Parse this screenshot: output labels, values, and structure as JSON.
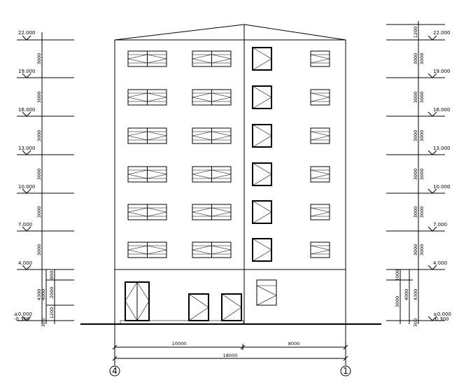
{
  "drawing": {
    "levels": [
      "22.000",
      "19.000",
      "16.000",
      "13.000",
      "10.000",
      "7.000",
      "4.000",
      "±0.000"
    ],
    "ground_level": "-0.300",
    "storey_dims": [
      "3000",
      "3000",
      "3000",
      "3000",
      "3000",
      "3000"
    ],
    "parapet_dim": "1200",
    "left_ground_dims": [
      "4300",
      "4000",
      "800",
      "2000",
      "1200",
      "300"
    ],
    "right_ground_dims": [
      "3000",
      "4000",
      "4300",
      "1000",
      "300"
    ],
    "bottom_dims": [
      "10000",
      "8000"
    ],
    "total_dim": "18000",
    "axes": [
      "4",
      "1"
    ]
  }
}
